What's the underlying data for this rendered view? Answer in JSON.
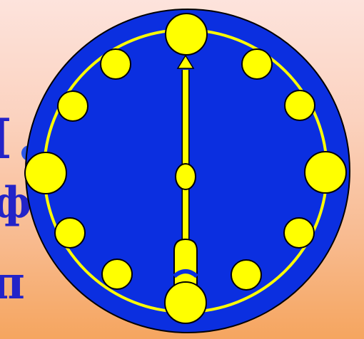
{
  "background_text": {
    "line1": "I",
    "line2": "ф",
    "line3": "п"
  },
  "colors": {
    "background_top": "#fde3dc",
    "background_bottom": "#f5a55f",
    "text": "#2323c8",
    "dots": "#2a57e8",
    "clock_face": "#0b2fe0",
    "clock_ring": "#ffff00",
    "clock_marker": "#ffff00",
    "outline": "#000000"
  },
  "clock": {
    "hour_markers": 12,
    "hands": {
      "minute_hand_points_to": 12,
      "hour_hand_points_to": 6
    }
  }
}
